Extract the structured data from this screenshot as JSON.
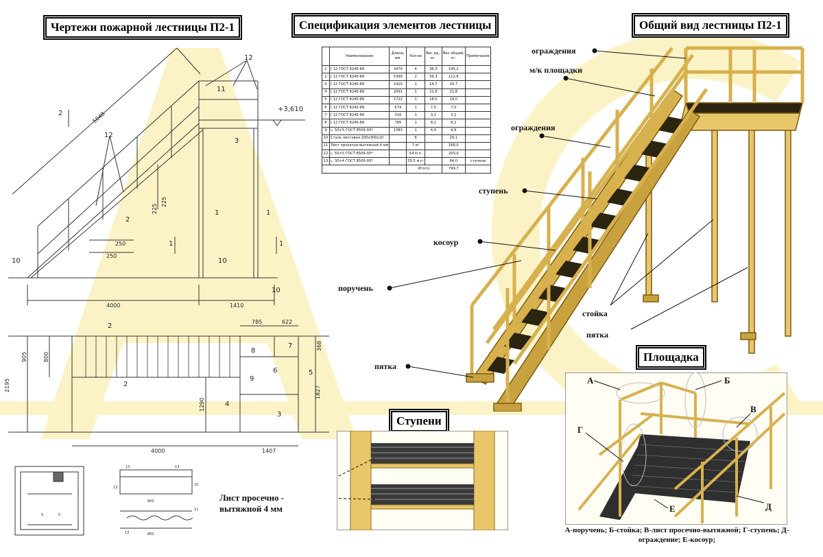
{
  "titles": {
    "drawings": "Чертежи пожарной лестницы П2-1",
    "spec": "Спецификация элементов лестницы",
    "general": "Общий вид лестницы П2-1",
    "platform": "Площадка",
    "steps": "Ступени"
  },
  "spec_table": {
    "headers": [
      "",
      "Наименование",
      "Длина, мм.",
      "Кол-во",
      "Вес ед., кг.",
      "Вес общий, кг.",
      "Примечание"
    ],
    "rows": [
      [
        "1",
        "[ 12 ГОСТ 8240-89",
        "3470",
        "4",
        "36,3",
        "145,2",
        ""
      ],
      [
        "2",
        "[ 12 ГОСТ 8240-89",
        "5390",
        "2",
        "56,3",
        "112,6",
        ""
      ],
      [
        "3",
        "[ 12 ГОСТ 8240-89",
        "1410",
        "1",
        "14,7",
        "14,7",
        ""
      ],
      [
        "4",
        "[ 12 ГОСТ 8240-89",
        "2091",
        "1",
        "21,8",
        "21,8",
        ""
      ],
      [
        "5",
        "[ 12 ГОСТ 8240-89",
        "1722",
        "1",
        "18,0",
        "18,0",
        ""
      ],
      [
        "6",
        "[ 12 ГОСТ 8240-89",
        "674",
        "1",
        "7,0",
        "7,0",
        ""
      ],
      [
        "7",
        "[ 12 ГОСТ 8240-89",
        "316",
        "1",
        "3,2",
        "3,2",
        ""
      ],
      [
        "8",
        "[ 12 ГОСТ 8240-89",
        "785",
        "1",
        "8,2",
        "8,2",
        ""
      ],
      [
        "9",
        "∟ 50×5 ГОСТ 8509-93*",
        "1383",
        "1",
        "4,9",
        "4,9",
        ""
      ],
      [
        "10",
        "Сталь листовая 200х300х10",
        "",
        "6",
        "",
        "29,1",
        ""
      ],
      [
        "11",
        "Лист просечно-вытяжной 4 мм",
        "",
        "7 м²",
        "",
        "168,0",
        ""
      ],
      [
        "12",
        "∟ 50×5 ГОСТ 8509-93*",
        "",
        "54 м.п.",
        "",
        "203,0",
        ""
      ],
      [
        "13",
        "∟ 30×4 ГОСТ 8509-93*",
        "",
        "35,5 м.п.",
        "",
        "64,0",
        "ступени"
      ]
    ],
    "total_label": "Итого:",
    "total_value": "799,7"
  },
  "drawing": {
    "elevation_mark": "+3,610",
    "dims": {
      "stair_length": "5048",
      "base": "4000",
      "platform": "1410",
      "riser_a": "225",
      "riser_b": "225",
      "tread_a": "250",
      "tread_b": "250",
      "plan_base": "4000",
      "plan_platform": "1407",
      "d785": "785",
      "d622": "622",
      "d368": "368",
      "d905": "905",
      "d800": "800",
      "d2195": "2195",
      "d1290": "1290",
      "d1827": "1827"
    },
    "callouts": {
      "c12a": "12",
      "c12b": "12",
      "c11": "11",
      "c3": "3",
      "c2a": "2",
      "c2b": "2",
      "c1a": "1",
      "c1b": "1",
      "c1c": "1",
      "c1d": "1",
      "c10a": "10",
      "c10b": "10",
      "c10c": "10",
      "p2a": "2",
      "p2b": "2",
      "p8": "8",
      "p7": "7",
      "p6": "6",
      "p5": "5",
      "p9": "9",
      "p4": "4",
      "p3": "3"
    },
    "detail_dims": {
      "d800a": "800",
      "d800b": "800",
      "d13a": "13",
      "d13b": "13",
      "d13c": "13",
      "d13d": "13",
      "d10": "10",
      "d11": "11",
      "d5a": "5",
      "d5b": "5"
    }
  },
  "general_labels": {
    "guard1": "ограждения",
    "landing": "м/к площадки",
    "guard2": "ограждения",
    "step": "ступень",
    "stringer": "косоур",
    "handrail": "поручень",
    "post": "стойка",
    "heel1": "пятка",
    "heel2": "пятка"
  },
  "steps_note": "Лист просечно - вытяжной 4 мм",
  "platform_letters": {
    "a": "А",
    "b": "Б",
    "v": "В",
    "g": "Г",
    "d": "Д",
    "e": "Е"
  },
  "platform_caption": "А-поручень; Б-стойка; В-лист просечно-вытяжной; Г-ступень; Д- ограждение; Е-косоур;",
  "colors": {
    "steel": "#e8c66a",
    "steel_dark": "#8a6a1f",
    "watermark": "#fbf3c6",
    "line": "#333333"
  }
}
